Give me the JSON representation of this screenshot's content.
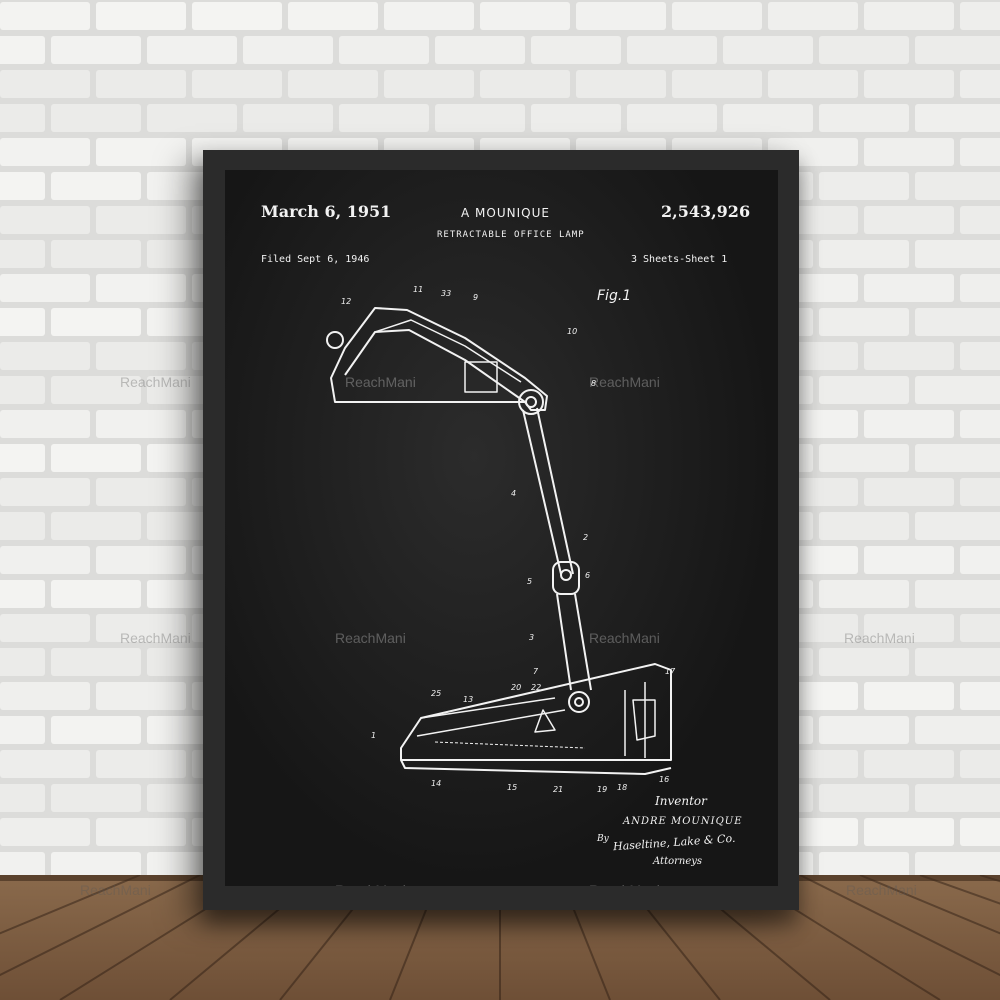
{
  "poster": {
    "date": "March 6, 1951",
    "inventor_header": "A MOUNIQUE",
    "patent_number": "2,543,926",
    "title": "RETRACTABLE OFFICE LAMP",
    "filed": "Filed Sept  6, 1946",
    "sheets": "3 Sheets-Sheet 1",
    "figure": "Fig.1",
    "signature": {
      "role": "Inventor",
      "name": "ANDRE MOUNIQUE",
      "by": "By",
      "firm": "Haseltine, Lake & Co.",
      "attorneys": "Attorneys"
    },
    "part_labels": [
      "12",
      "11",
      "33",
      "9",
      "10",
      "8",
      "4",
      "2",
      "5",
      "6",
      "3",
      "7",
      "22",
      "20",
      "25",
      "13",
      "17",
      "1",
      "14",
      "15",
      "21",
      "19",
      "18",
      "16"
    ]
  },
  "watermark": "ReachMani",
  "colors": {
    "wall": "#dcdcda",
    "frame": "#2b2b2b",
    "poster_bg": "#161616",
    "ink": "#f2f2f2",
    "floor": "#7a5a3f"
  }
}
